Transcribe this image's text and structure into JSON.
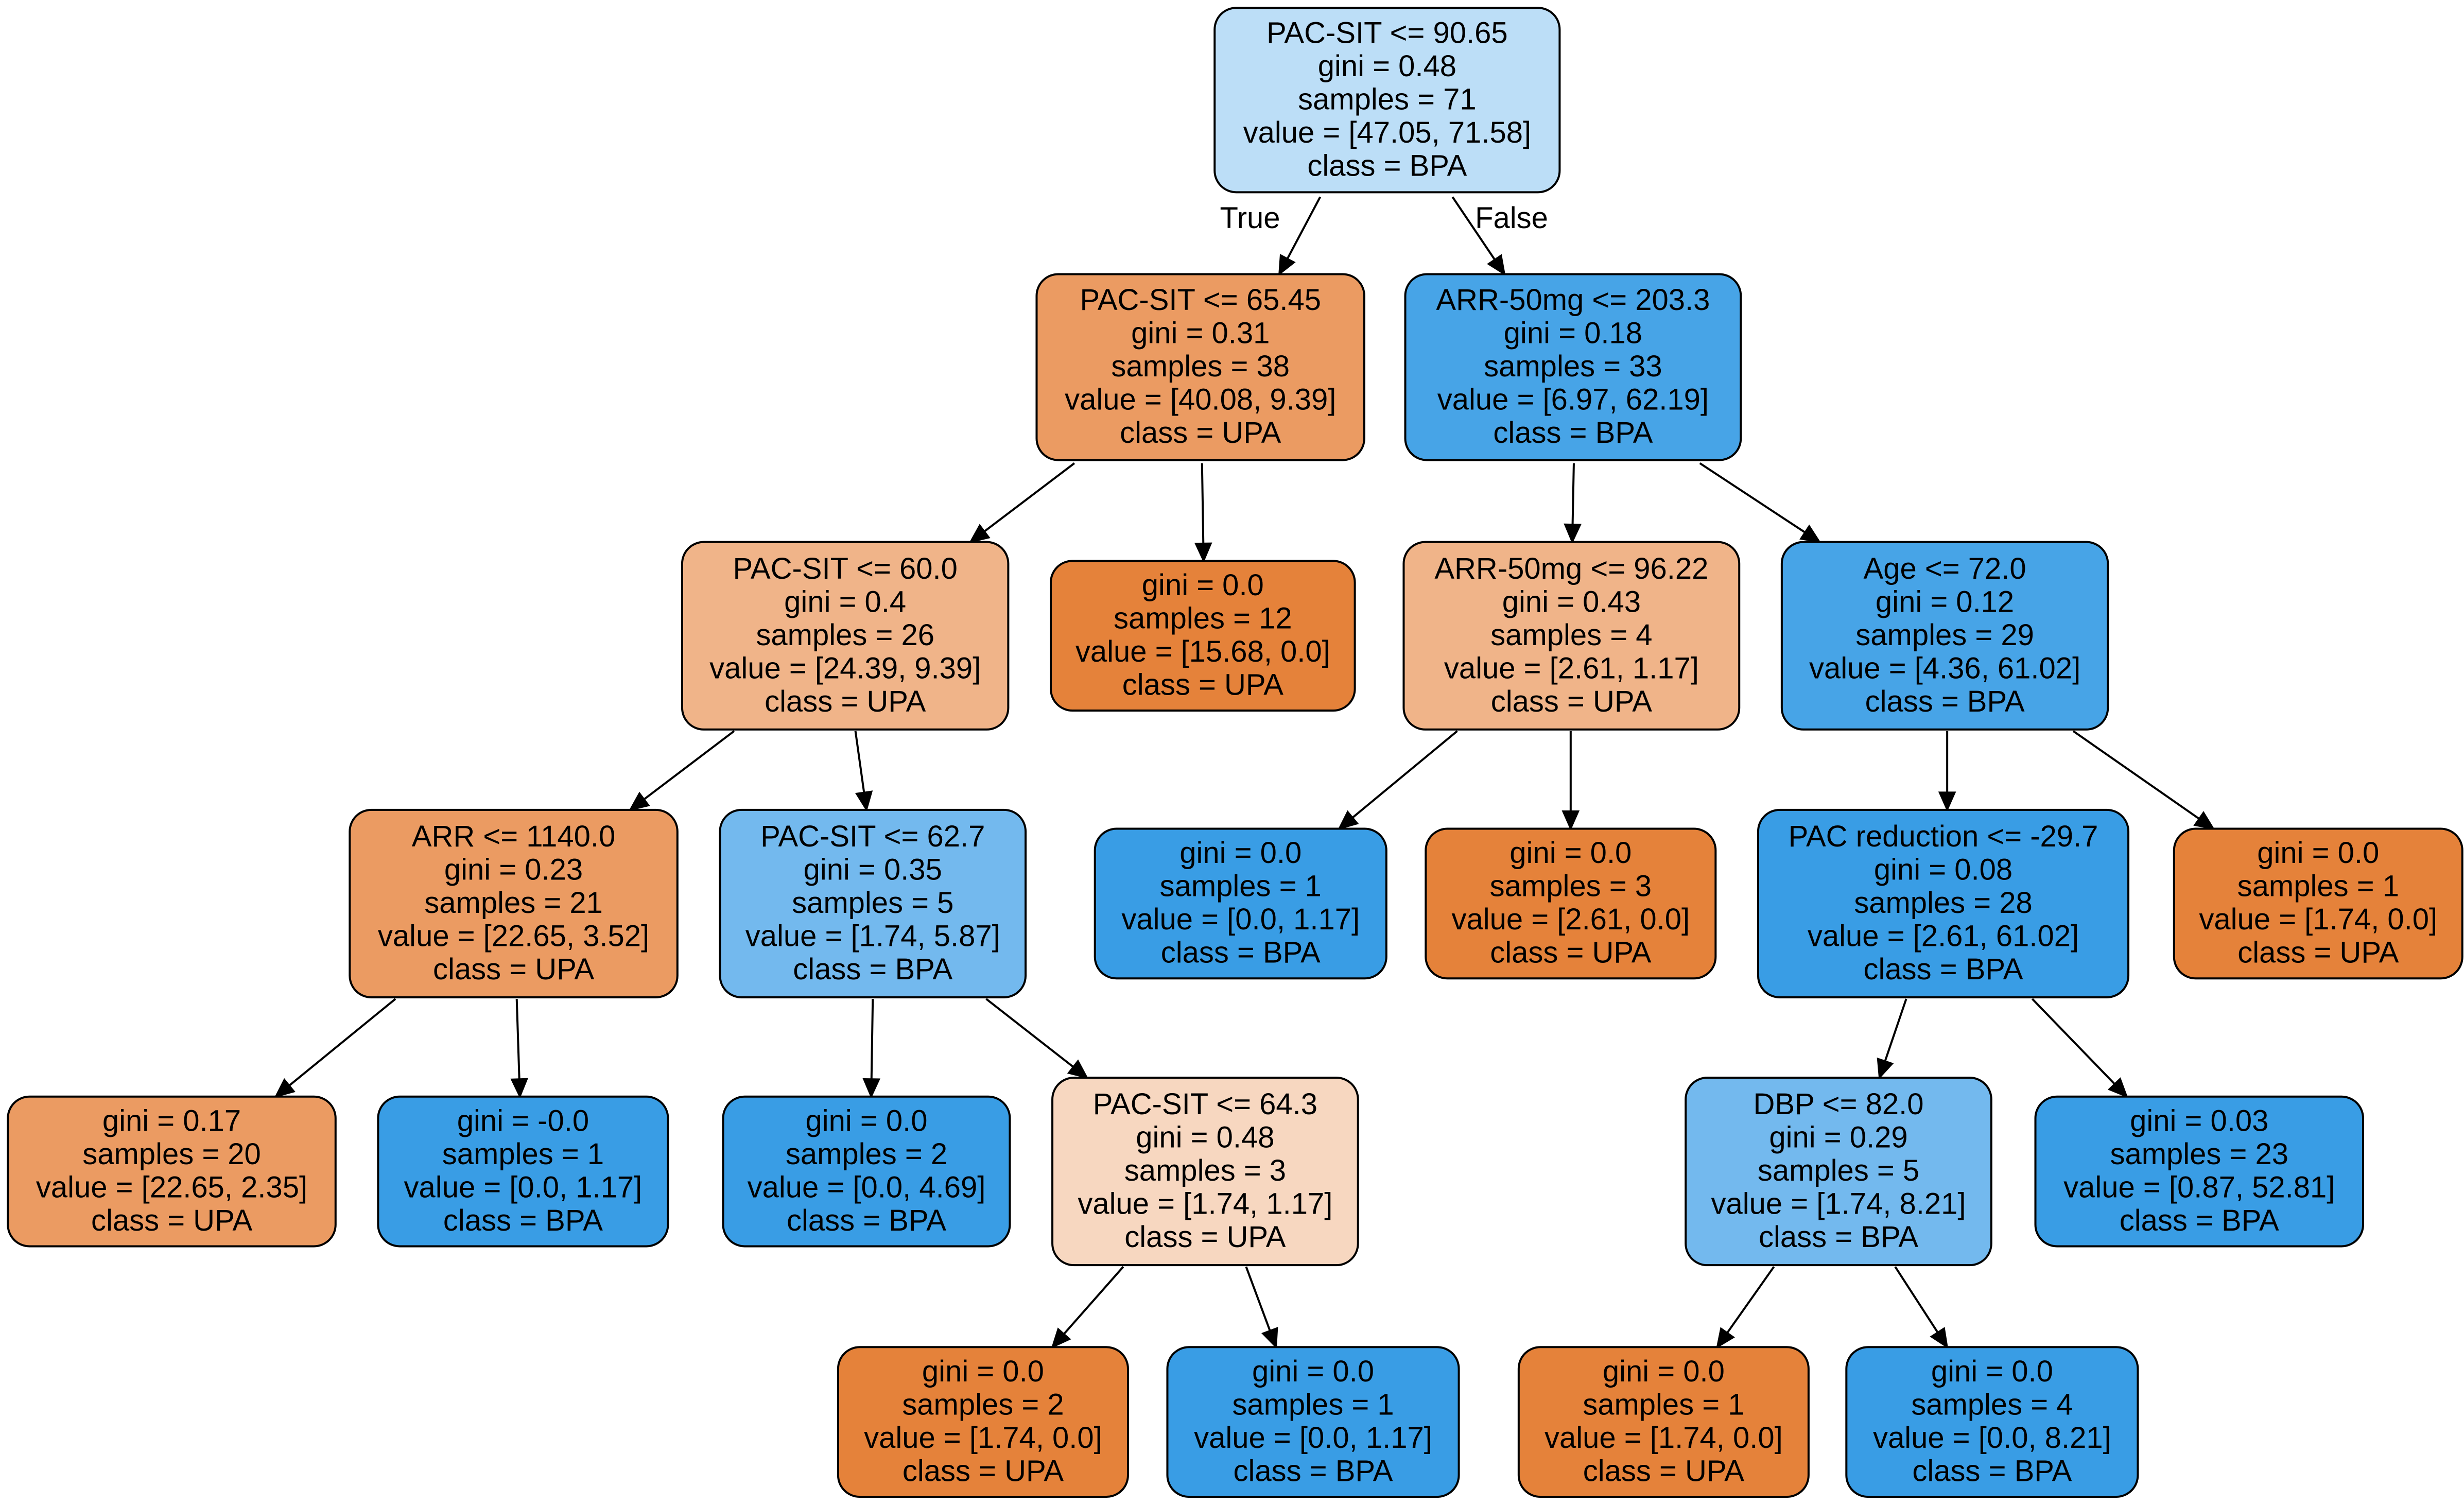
{
  "diagram": {
    "colors": {
      "upa_strong": "#e5823a",
      "upa_medium": "#eb9b62",
      "upa_light": "#f0b489",
      "upa_pale": "#f7d7c0",
      "bpa_strong": "#399de5",
      "bpa_medium": "#47a4e7",
      "bpa_light": "#73b9ee",
      "bpa_pale": "#bcdef7",
      "border": "#000000"
    },
    "edge_labels": {
      "true": "True",
      "false": "False"
    },
    "nodes": [
      {
        "id": "n0",
        "color": "bpa_pale",
        "lines": [
          "PAC-SIT <= 90.65",
          "gini = 0.48",
          "samples = 71",
          "value = [47.05, 71.58]",
          "class = BPA"
        ]
      },
      {
        "id": "n1",
        "color": "upa_medium",
        "lines": [
          "PAC-SIT <= 65.45",
          "gini = 0.31",
          "samples = 38",
          "value = [40.08, 9.39]",
          "class = UPA"
        ]
      },
      {
        "id": "n2",
        "color": "bpa_medium",
        "lines": [
          "ARR-50mg <= 203.3",
          "gini = 0.18",
          "samples = 33",
          "value = [6.97, 62.19]",
          "class = BPA"
        ]
      },
      {
        "id": "n3",
        "color": "upa_light",
        "lines": [
          "PAC-SIT <= 60.0",
          "gini = 0.4",
          "samples = 26",
          "value = [24.39, 9.39]",
          "class = UPA"
        ]
      },
      {
        "id": "n4",
        "color": "upa_strong",
        "lines": [
          "gini = 0.0",
          "samples = 12",
          "value = [15.68, 0.0]",
          "class = UPA"
        ]
      },
      {
        "id": "n5",
        "color": "upa_light",
        "lines": [
          "ARR-50mg <= 96.22",
          "gini = 0.43",
          "samples = 4",
          "value = [2.61, 1.17]",
          "class = UPA"
        ]
      },
      {
        "id": "n6",
        "color": "bpa_medium",
        "lines": [
          "Age <= 72.0",
          "gini = 0.12",
          "samples = 29",
          "value = [4.36, 61.02]",
          "class = BPA"
        ]
      },
      {
        "id": "n7",
        "color": "upa_medium",
        "lines": [
          "ARR <= 1140.0",
          "gini = 0.23",
          "samples = 21",
          "value = [22.65, 3.52]",
          "class = UPA"
        ]
      },
      {
        "id": "n8",
        "color": "bpa_light",
        "lines": [
          "PAC-SIT <= 62.7",
          "gini = 0.35",
          "samples = 5",
          "value = [1.74, 5.87]",
          "class = BPA"
        ]
      },
      {
        "id": "n9",
        "color": "bpa_strong",
        "lines": [
          "gini = 0.0",
          "samples = 1",
          "value = [0.0, 1.17]",
          "class = BPA"
        ]
      },
      {
        "id": "n10",
        "color": "upa_strong",
        "lines": [
          "gini = 0.0",
          "samples = 3",
          "value = [2.61, 0.0]",
          "class = UPA"
        ]
      },
      {
        "id": "n11",
        "color": "bpa_strong",
        "lines": [
          "PAC reduction <= -29.7",
          "gini = 0.08",
          "samples = 28",
          "value = [2.61, 61.02]",
          "class = BPA"
        ]
      },
      {
        "id": "n12",
        "color": "upa_strong",
        "lines": [
          "gini = 0.0",
          "samples = 1",
          "value = [1.74, 0.0]",
          "class = UPA"
        ]
      },
      {
        "id": "n13",
        "color": "upa_medium",
        "lines": [
          "gini = 0.17",
          "samples = 20",
          "value = [22.65, 2.35]",
          "class = UPA"
        ]
      },
      {
        "id": "n14",
        "color": "bpa_strong",
        "lines": [
          "gini = -0.0",
          "samples = 1",
          "value = [0.0, 1.17]",
          "class = BPA"
        ]
      },
      {
        "id": "n15",
        "color": "bpa_strong",
        "lines": [
          "gini = 0.0",
          "samples = 2",
          "value = [0.0, 4.69]",
          "class = BPA"
        ]
      },
      {
        "id": "n16",
        "color": "upa_pale",
        "lines": [
          "PAC-SIT <= 64.3",
          "gini = 0.48",
          "samples = 3",
          "value = [1.74, 1.17]",
          "class = UPA"
        ]
      },
      {
        "id": "n17",
        "color": "bpa_light",
        "lines": [
          "DBP <= 82.0",
          "gini = 0.29",
          "samples = 5",
          "value = [1.74, 8.21]",
          "class = BPA"
        ]
      },
      {
        "id": "n18",
        "color": "bpa_strong",
        "lines": [
          "gini = 0.03",
          "samples = 23",
          "value = [0.87, 52.81]",
          "class = BPA"
        ]
      },
      {
        "id": "n19",
        "color": "upa_strong",
        "lines": [
          "gini = 0.0",
          "samples = 2",
          "value = [1.74, 0.0]",
          "class = UPA"
        ]
      },
      {
        "id": "n20",
        "color": "bpa_strong",
        "lines": [
          "gini = 0.0",
          "samples = 1",
          "value = [0.0, 1.17]",
          "class = BPA"
        ]
      },
      {
        "id": "n21",
        "color": "upa_strong",
        "lines": [
          "gini = 0.0",
          "samples = 1",
          "value = [1.74, 0.0]",
          "class = UPA"
        ]
      },
      {
        "id": "n22",
        "color": "bpa_strong",
        "lines": [
          "gini = 0.0",
          "samples = 4",
          "value = [0.0, 8.21]",
          "class = BPA"
        ]
      }
    ],
    "edges": [
      {
        "from": "n0",
        "to": "n1",
        "label": "true"
      },
      {
        "from": "n0",
        "to": "n2",
        "label": "false"
      },
      {
        "from": "n1",
        "to": "n3"
      },
      {
        "from": "n1",
        "to": "n4"
      },
      {
        "from": "n2",
        "to": "n5"
      },
      {
        "from": "n2",
        "to": "n6"
      },
      {
        "from": "n3",
        "to": "n7"
      },
      {
        "from": "n3",
        "to": "n8"
      },
      {
        "from": "n5",
        "to": "n9"
      },
      {
        "from": "n5",
        "to": "n10"
      },
      {
        "from": "n6",
        "to": "n11"
      },
      {
        "from": "n6",
        "to": "n12"
      },
      {
        "from": "n7",
        "to": "n13"
      },
      {
        "from": "n7",
        "to": "n14"
      },
      {
        "from": "n8",
        "to": "n15"
      },
      {
        "from": "n8",
        "to": "n16"
      },
      {
        "from": "n11",
        "to": "n17"
      },
      {
        "from": "n11",
        "to": "n18"
      },
      {
        "from": "n16",
        "to": "n19"
      },
      {
        "from": "n16",
        "to": "n20"
      },
      {
        "from": "n17",
        "to": "n21"
      },
      {
        "from": "n17",
        "to": "n22"
      }
    ]
  }
}
